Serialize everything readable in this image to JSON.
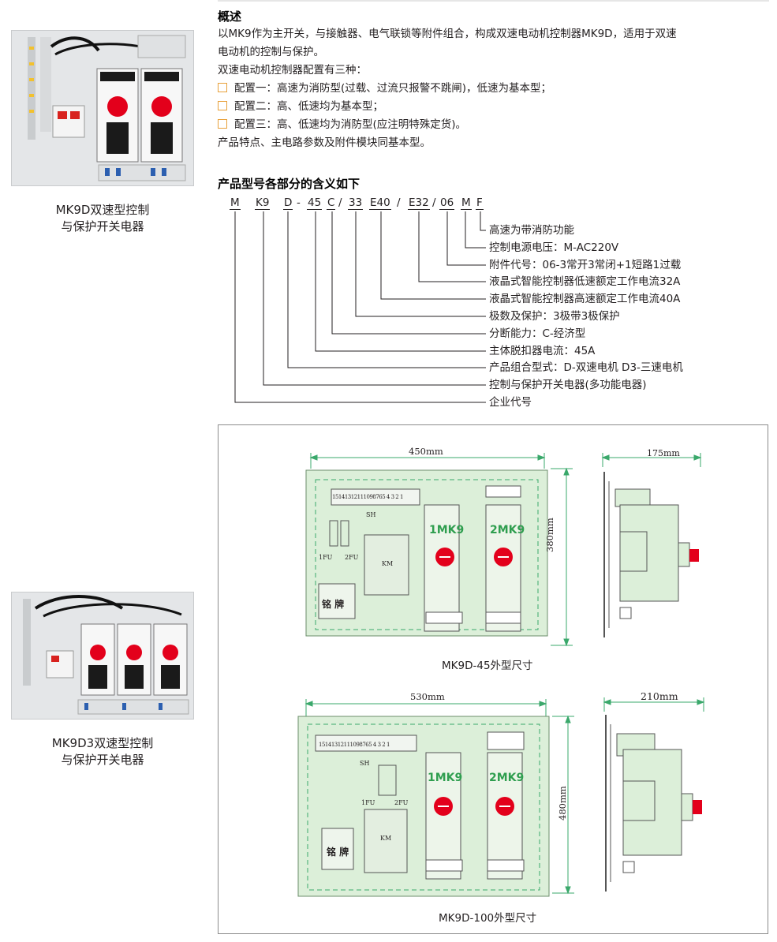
{
  "products": [
    {
      "caption_line1": "MK9D双速型控制",
      "caption_line2": "与保护开关电器"
    },
    {
      "caption_line1": "MK9D3双速型控制",
      "caption_line2": "与保护开关电器"
    }
  ],
  "overview": {
    "heading": "概述",
    "para1_line1": "以MK9作为主开关，与接触器、电气联锁等附件组合，构成双速电动机控制器MK9D，适用于双速",
    "para1_line2": "电动机的控制与保护。",
    "para2": "双速电动机控制器配置有三种：",
    "configs": [
      "配置一：高速为消防型(过载、过流只报警不跳闸)，低速为基本型；",
      "配置二：高、低速均为基本型；",
      "配置三：高、低速均为消防型(应注明特殊定货)。"
    ],
    "para3": "产品特点、主电路参数及附件模块同基本型。"
  },
  "model_code": {
    "heading": "产品型号各部分的含义如下",
    "parts": [
      "M",
      "K9",
      "D",
      "-",
      "45",
      "C",
      "/",
      "33",
      "E40",
      "/",
      "E32",
      "/",
      "06",
      "M",
      "F"
    ],
    "meanings": [
      "高速为带消防功能",
      "控制电源电压：M-AC220V",
      "附件代号：06-3常开3常闭+1短路1过载",
      "液晶式智能控制器低速额定工作电流32A",
      "液晶式智能控制器高速额定工作电流40A",
      "极数及保护：3极带3极保护",
      "分断能力：C-经济型",
      "主体脱扣器电流：45A",
      "产品组合型式：D-双速电机 D3-三速电机",
      "控制与保护开关电器(多功能电器)",
      "企业代号"
    ]
  },
  "drawings": [
    {
      "width_dim": "450mm",
      "depth_dim": "175mm",
      "height_dim": "380mm",
      "caption": "MK9D-45外型尺寸",
      "unit1": "1MK9",
      "unit2": "2MK9",
      "sh": "SH",
      "fu1": "1FU",
      "fu2": "2FU",
      "km": "KM",
      "nameplate": "铭 牌",
      "terminal": "15141312111098765 4 3 2 1"
    },
    {
      "width_dim": "530mm",
      "depth_dim": "210mm",
      "height_dim": "480mm",
      "caption": "MK9D-100外型尺寸",
      "unit1": "1MK9",
      "unit2": "2MK9",
      "sh": "SH",
      "fu1": "1FU",
      "fu2": "2FU",
      "km": "KM",
      "nameplate": "铭 牌",
      "terminal": "15141312111098765 4 3 2 1"
    }
  ],
  "colors": {
    "panel_fill": "#dcefd9",
    "dim_line": "#3aa86b",
    "unit_label": "#2f9e4f",
    "red_knob": "#e3001b",
    "checkbox_border": "#e8a13b"
  }
}
